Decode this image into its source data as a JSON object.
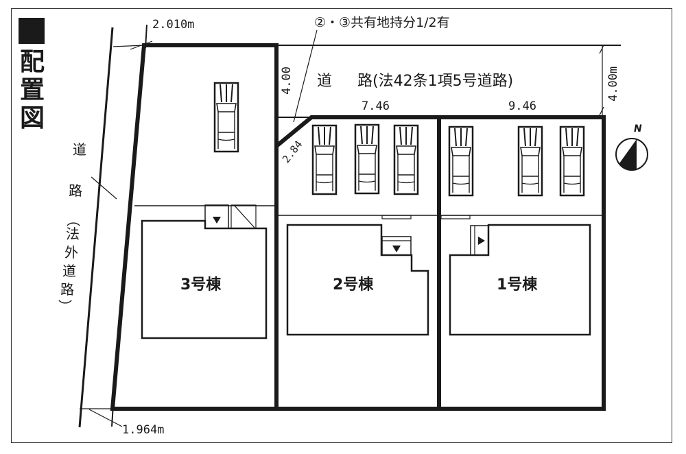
{
  "title": {
    "marker": "■",
    "chars": [
      "配",
      "置",
      "図"
    ],
    "text": "配置図"
  },
  "shared_land_note": "②・③共有地持分1/2有",
  "roads": {
    "top_road_label_1": "道",
    "top_road_label_2": "路(法42条1項5号道路)",
    "top_road_width_left": "4.00",
    "top_road_width_right": "4.00m",
    "left_road_label": [
      "道",
      "路",
      "（",
      "法",
      "外",
      "道",
      "路",
      "）"
    ]
  },
  "dimensions": {
    "top_left_frontage": "2.010m",
    "bottom_left_frontage": "1.964m",
    "lot2_frontage": "7.46",
    "lot1_frontage": "9.46",
    "corner_cut": "2.84"
  },
  "buildings": [
    {
      "id": "bldg-3",
      "label": "3号棟"
    },
    {
      "id": "bldg-2",
      "label": "2号棟"
    },
    {
      "id": "bldg-1",
      "label": "1号棟"
    }
  ],
  "parking": {
    "lot3_cars": 1,
    "lot2_cars": 3,
    "lot1_cars": 3
  },
  "compass": {
    "label": "N"
  },
  "colors": {
    "ink": "#1a1a1a",
    "paper": "#ffffff",
    "frame": "#333333"
  }
}
